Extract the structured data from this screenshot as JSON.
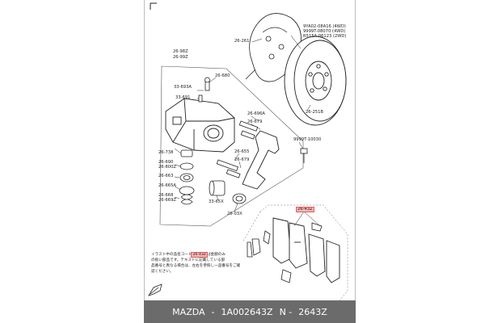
{
  "labels": {
    "shield": "26-261",
    "bolt_a": "9YA02-08A16 (4WD)",
    "bolt_b": "9999T-08070 (4WD)",
    "bolt_c": "R515A-06123 (2WD)",
    "disc": "26-251B",
    "caliper_set_a": "26-98Z",
    "caliper_set_b": "26-99Z",
    "bleeder": "26-680",
    "bleeder_cap": "33-693A",
    "screw": "33-691",
    "bush_a": "26-696A",
    "bush_b": "26-679",
    "bolt_d": "9999T-10030",
    "pin_a": "26-655",
    "pin_b": "26-679",
    "dust_a": "26-738",
    "boot_a": "26-690",
    "boot_b": "26-800Z",
    "ring": "26-663",
    "seal": "26-665A",
    "spring_a": "26-668",
    "spring_b": "26-669Z",
    "piston": "33-65X",
    "piston_seal": "26-03X",
    "pads": "26-43Z"
  },
  "note": {
    "line1_pre": "イラスト中の品名コード",
    "line1_code": "26-43Z",
    "line1_post": "は金額のみ",
    "line2": "の扱い部品です。テキストに記載している部",
    "line3": "品番号と異なる場合は、左右を参照し一品番号をご確",
    "line4": "認ください。"
  },
  "footer": {
    "brand": "MAZDA",
    "sep1": "-",
    "part_number": "1A002643Z",
    "sep2": "N -",
    "ref": "2643Z"
  }
}
